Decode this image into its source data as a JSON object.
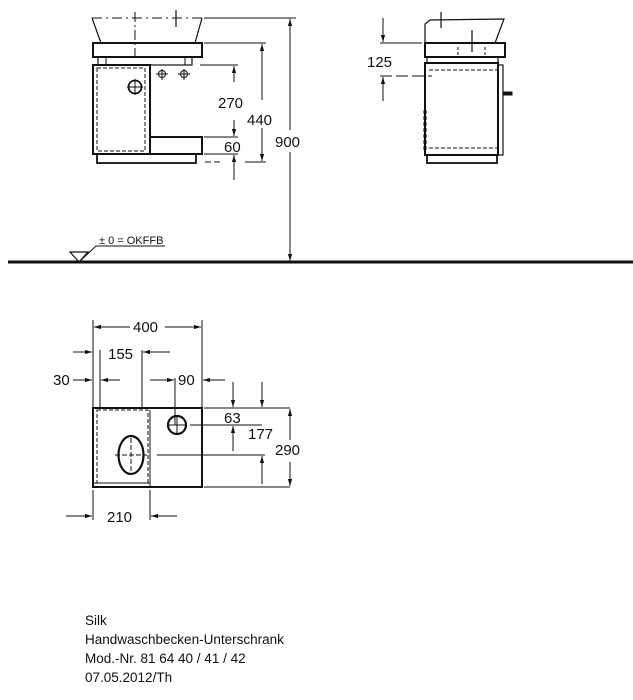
{
  "drawing": {
    "front_view": {
      "dim_270": "270",
      "dim_440": "440",
      "dim_900": "900",
      "dim_60": "60",
      "floor_level_label": "± 0 = OKFFB"
    },
    "side_view": {
      "dim_125": "125"
    },
    "top_view": {
      "dim_400": "400",
      "dim_155": "155",
      "dim_30": "30",
      "dim_90": "90",
      "dim_63": "63",
      "dim_177": "177",
      "dim_290": "290",
      "dim_210": "210"
    }
  },
  "caption": {
    "product_line": "Silk",
    "product_name": "Handwaschbecken-Unterschrank",
    "model_number": "Mod.-Nr. 81 64 40 / 41 / 42",
    "date": "07.05.2012/Th"
  }
}
